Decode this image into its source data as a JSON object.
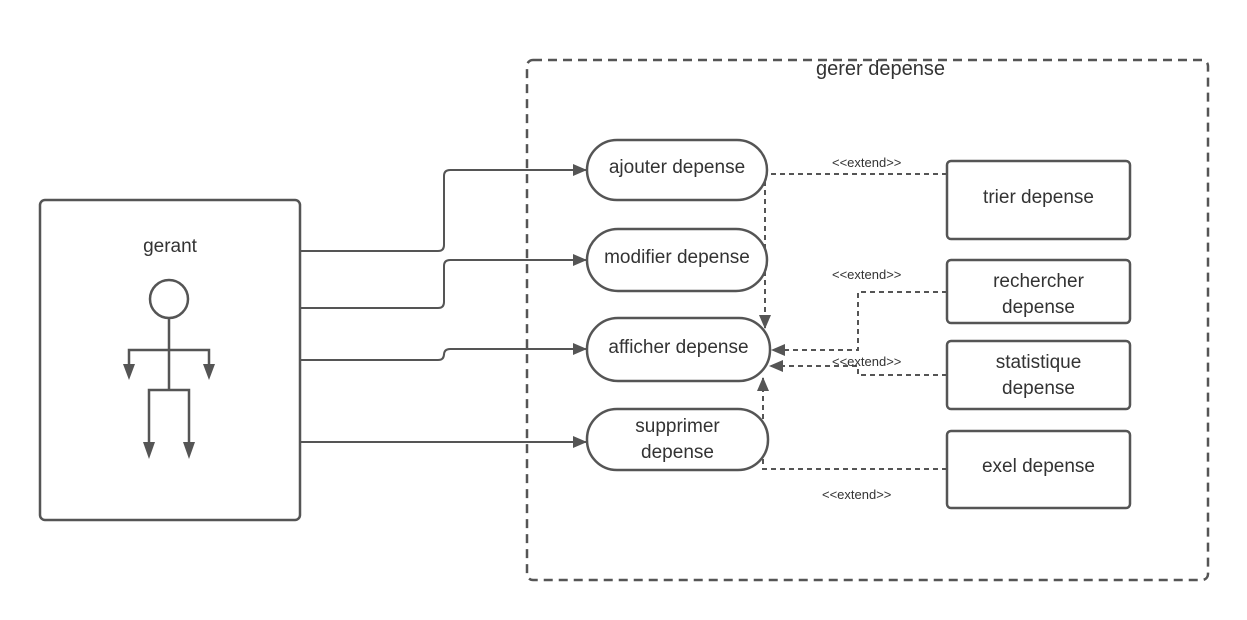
{
  "system": {
    "title": "gerer depense"
  },
  "actor": {
    "name": "gerant"
  },
  "use_cases": [
    {
      "id": "ajouter",
      "label": "ajouter depense"
    },
    {
      "id": "modifier",
      "label": "modifier depense"
    },
    {
      "id": "afficher",
      "label": "afficher depense"
    },
    {
      "id": "supprimer",
      "label": "supprimer depense"
    }
  ],
  "extensions": [
    {
      "id": "trier",
      "label": "trier depense"
    },
    {
      "id": "rechercher",
      "label": "rechercher depense"
    },
    {
      "id": "statistique",
      "label": "statistique depense"
    },
    {
      "id": "exel",
      "label": "exel depense"
    }
  ],
  "relation_labels": [
    {
      "text": "<<extend>>"
    },
    {
      "text": "<<extend>>"
    },
    {
      "text": "<<extend>>"
    },
    {
      "text": "<<extend>>"
    }
  ],
  "colors": {
    "stroke": "#555555",
    "text": "#333333",
    "background": "#ffffff"
  }
}
